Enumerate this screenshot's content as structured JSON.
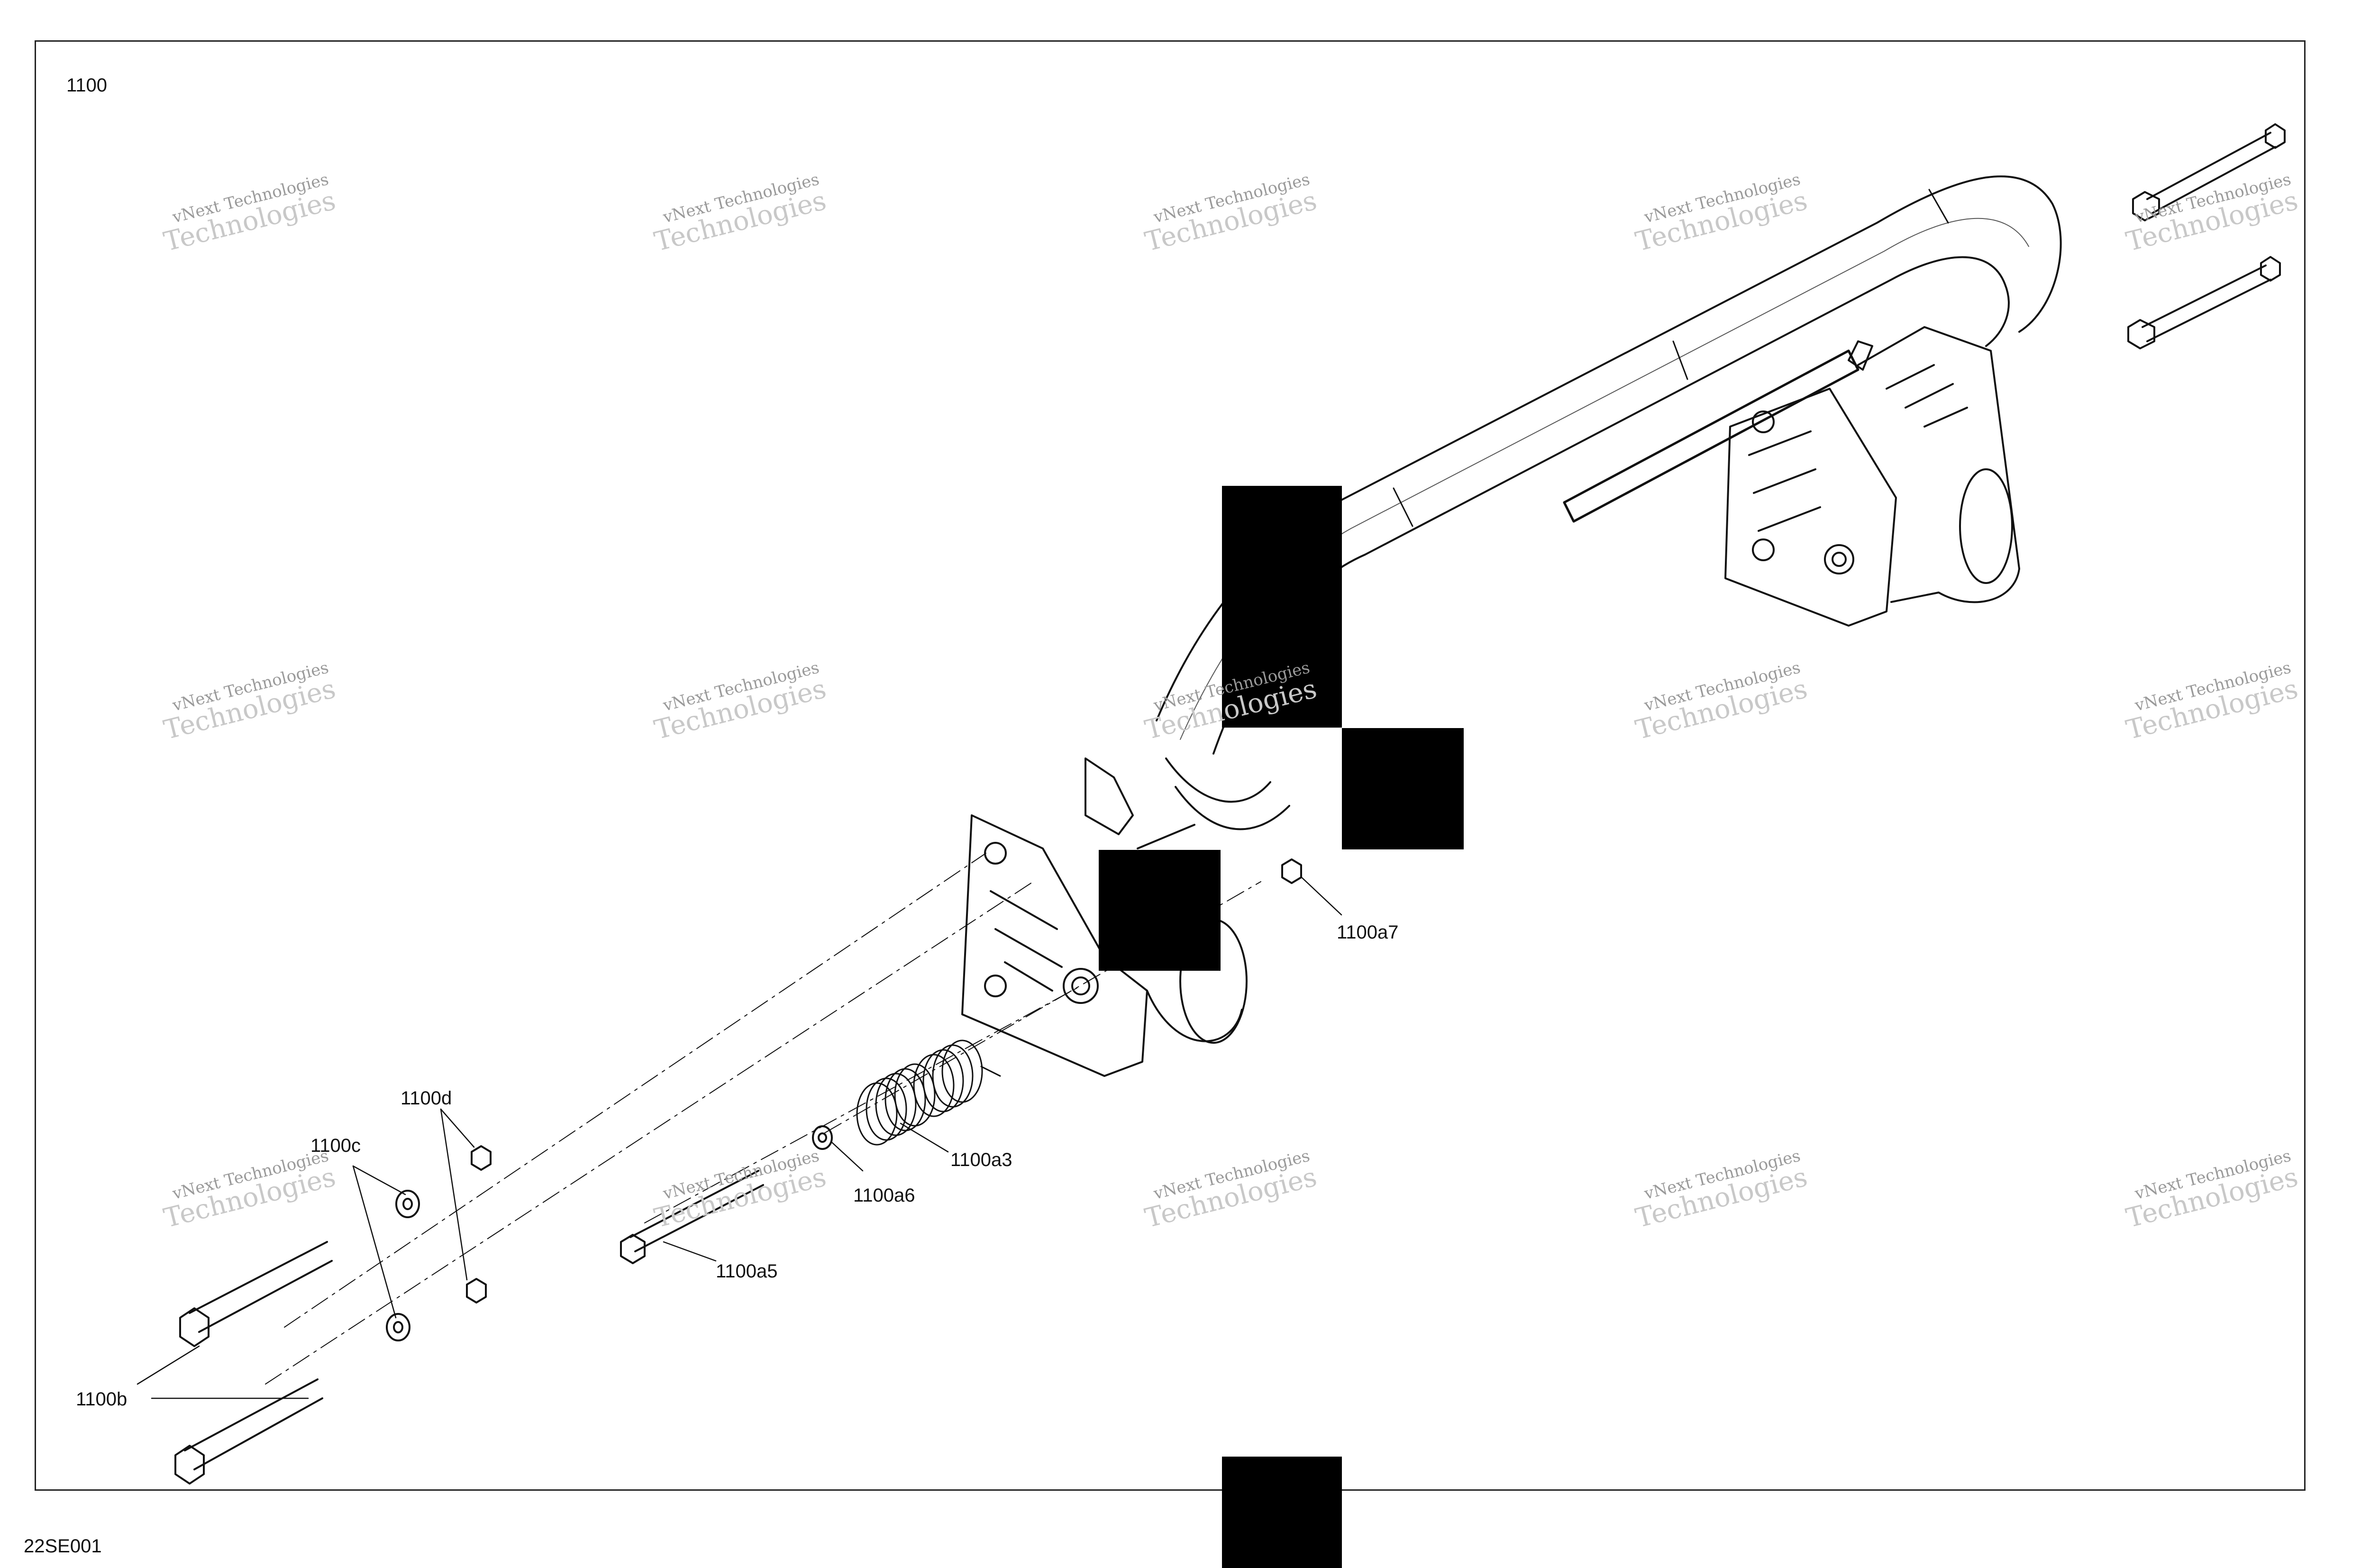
{
  "figure": {
    "sheet_label": "1100",
    "drawing_code": "22SE001"
  },
  "callouts": {
    "c1100a7": "1100a7",
    "c1100d": "1100d",
    "c1100c": "1100c",
    "c1100a3": "1100a3",
    "c1100a6": "1100a6",
    "c1100a5": "1100a5",
    "c1100b": "1100b"
  },
  "watermark": {
    "line1": "vNext Technologies",
    "line2": "Technologies"
  }
}
